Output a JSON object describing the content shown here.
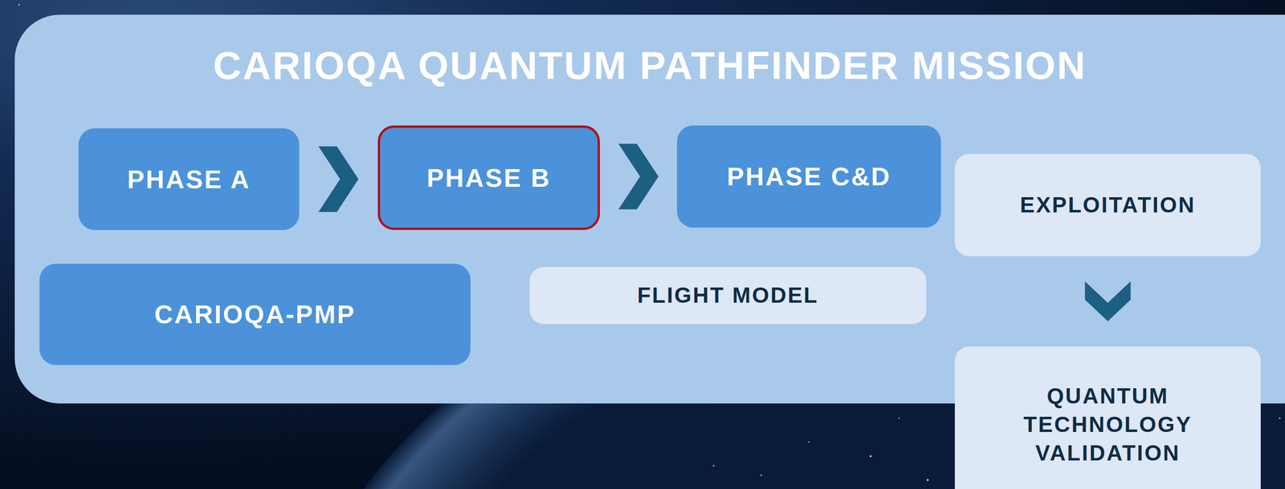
{
  "diagram": {
    "nodes": [
      {
        "text": [
          "CARIOQA QUANTUM PATHFINDER MISSION"
        ]
      },
      {
        "text": [
          "PHASE A"
        ],
        "in": 0
      },
      {
        "text": [
          "PHASE B"
        ],
        "in": 0
      },
      {
        "text": [
          "PHASE C&D"
        ],
        "in": 0
      },
      {
        "text": [
          "EXPLOITATION"
        ],
        "in": 0
      },
      {
        "text": [
          "CARIOQA-PMP"
        ],
        "in": 0
      },
      {
        "text": [
          "FLIGHT MODEL"
        ],
        "in": 0
      },
      {
        "text": [
          "QUANTUM TECHNOLOGY VALIDATION"
        ]
      }
    ],
    "edges": [
      {
        "from": 1,
        "to": 2,
        "arrow": "to"
      },
      {
        "from": 2,
        "to": 3,
        "arrow": "to"
      },
      {
        "from": 4,
        "to": 7,
        "arrow": "to"
      }
    ]
  }
}
